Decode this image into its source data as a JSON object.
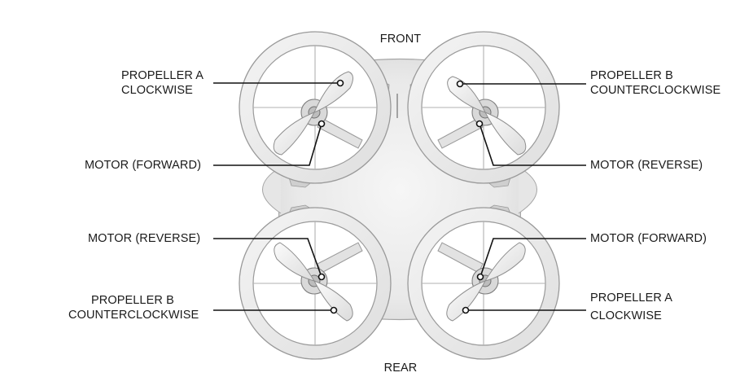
{
  "orientation": {
    "front": "FRONT",
    "rear": "REAR"
  },
  "callouts": {
    "top_left_propeller": {
      "line1": "PROPELLER A",
      "line2": "CLOCKWISE"
    },
    "top_right_propeller": {
      "line1": "PROPELLER B",
      "line2": "COUNTERCLOCKWISE"
    },
    "top_left_motor": "MOTOR (FORWARD)",
    "top_right_motor": "MOTOR (REVERSE)",
    "bottom_left_motor": "MOTOR (REVERSE)",
    "bottom_right_motor": "MOTOR (FORWARD)",
    "bottom_left_propeller": {
      "line1": "PROPELLER B",
      "line2": "COUNTERCLOCKWISE"
    },
    "bottom_right_propeller": {
      "line1": "PROPELLER A",
      "line2": "CLOCKWISE"
    }
  },
  "colors": {
    "body_fill": "#ececec",
    "body_stroke": "#9a9a9a",
    "leader_line": "#111111",
    "text": "#1a1a1a"
  }
}
